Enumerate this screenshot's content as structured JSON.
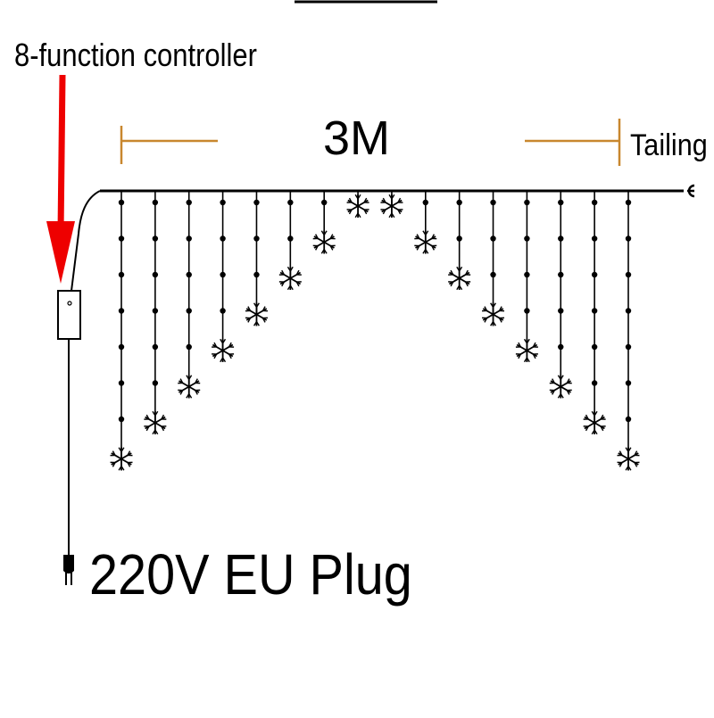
{
  "diagram": {
    "controller_label": "8-function controller",
    "length_label": "3M",
    "tailing_label": "Tailing",
    "plug_label": "220V EU Plug",
    "colors": {
      "line": "#000000",
      "arrow": "#ee0000",
      "dimension": "#c8872e"
    },
    "icons": [
      "snowflake-icon",
      "led-bulb-icon",
      "controller-box-icon",
      "eu-plug-icon",
      "end-cap-icon"
    ],
    "strand_count": 16,
    "strand_bulb_counts": [
      8,
      7,
      6,
      5,
      4,
      3,
      2,
      1,
      1,
      2,
      3,
      4,
      5,
      6,
      7,
      8
    ]
  }
}
